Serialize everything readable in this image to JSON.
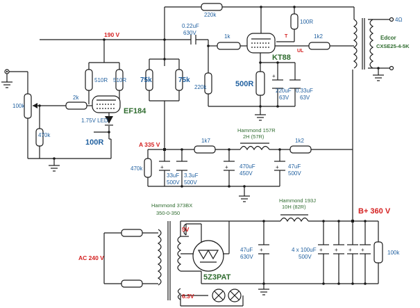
{
  "labels": {
    "r_220k_top": "220k",
    "c_022_val": "0.22uF",
    "c_022_v": "630V",
    "r_1k": "1k",
    "r_100r_top": "100R",
    "t_label": "T",
    "ul_label": "UL",
    "r_1k2_top": "1k2",
    "edcor_name": "Edcor",
    "edcor_model": "CXSE25-4-5K",
    "ohm4": "4Ω",
    "v190": "190 V",
    "r_510_a": "510R",
    "r_510_b": "510R",
    "r_75k_a": "75k",
    "r_75k_b": "75k",
    "tube_kt88": "KT88",
    "r_220k_g": "220k",
    "r_500r": "500R",
    "c_220_val": "220uF",
    "c_220_v": "63V",
    "c_033_val": "0.33uF",
    "c_033_v": "63V",
    "r_100k_pot": "100k",
    "r_2k": "2k",
    "tube_ef184": "EF184",
    "led": "1.75V LED",
    "r_470k_in": "470k",
    "r_100r_k": "100R",
    "va335": "A 335 V",
    "r_1k7": "1k7",
    "choke157_name": "Hammond 157R",
    "choke157_spec": "2H (57R)",
    "r_1k2_mid": "1k2",
    "r_470k_b": "470k",
    "c_33_val": "33uF",
    "c_33_v": "500V",
    "c_33b_val": "3.3uF",
    "c_33b_v": "500V",
    "c_470_val": "470uF",
    "c_470_v": "450V",
    "c_47_val": "47uF",
    "c_47_v": "500V",
    "pt_name": "Hammond 373BX",
    "pt_spec": "350-0-350",
    "choke193_name": "Hammond 193J",
    "choke193_spec": "10H (82R)",
    "bplus": "B+ 360 V",
    "v5": "5V",
    "c_47b_val": "47uF",
    "c_47b_v": "630V",
    "c_4x_val": "4 x 100uF",
    "c_4x_v": "500V",
    "r_100k_b": "100k",
    "ac240": "AC 240 V",
    "tube_5z3": "5Z3PAT",
    "v63": "6.3V"
  },
  "colors": {
    "wire": "#1a1a1a",
    "value_blue": "#1f5f9f",
    "name_green": "#2e6b2e",
    "voltage_red": "#d42020"
  }
}
